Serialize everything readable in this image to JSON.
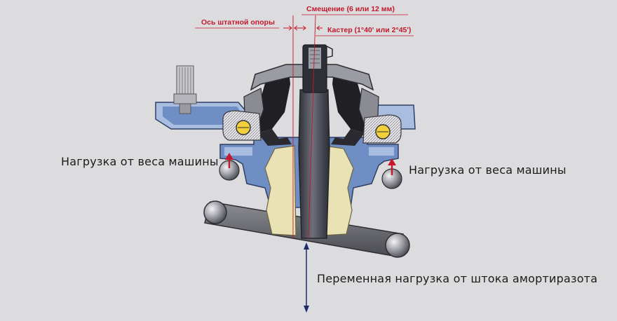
{
  "labels": {
    "offset": "Смещение (6 или 12 мм)",
    "stock_axis": "Ось штатной опоры",
    "caster": "Кастер (1°40' или 2°45')",
    "load_left": "Нагрузка от веса машины",
    "load_right": "Нагрузка от веса машины",
    "variable_load": "Переменная нагрузка от штока амортиразота"
  },
  "colors": {
    "background": "#dcdcdf",
    "annotation_red": "#c4172c",
    "body_blue": "#6f8fc4",
    "body_blue_light": "#a9bde0",
    "rubber_dark": "#1f1f24",
    "rod_gray": "#4a4c55",
    "bushing_cream": "#e9e2b4",
    "bearing_yellow": "#f2d03b",
    "arrow_navy": "#1c2a6b"
  },
  "icons": {
    "load_arrow": "red-up-arrow-icon",
    "double_arrow": "vertical-double-arrow-icon"
  }
}
